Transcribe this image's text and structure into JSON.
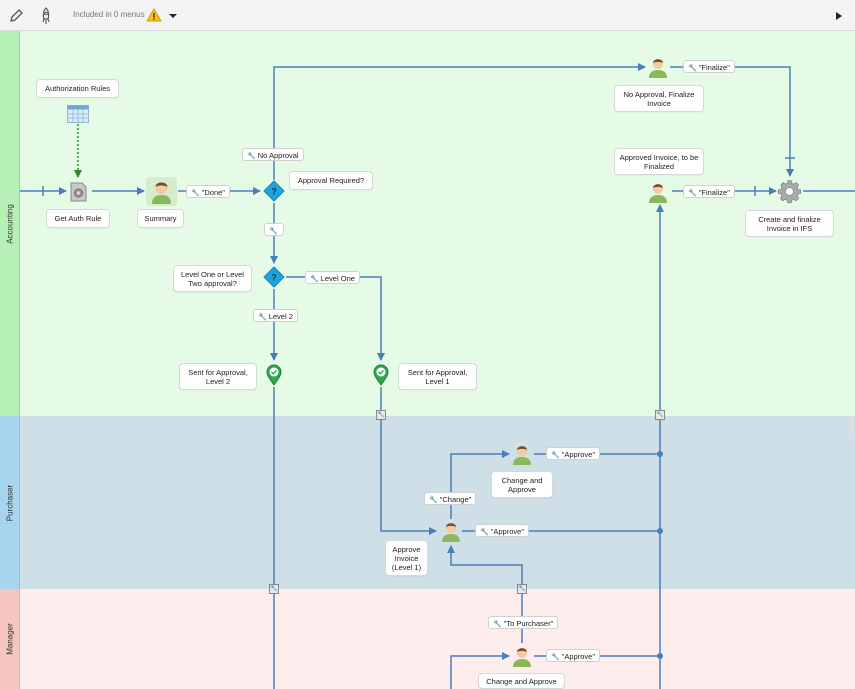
{
  "toolbar": {
    "menus_text": "Included in 0 menus",
    "icons": [
      "pencil-icon",
      "rocket-icon",
      "warning-icon",
      "chevron-down-icon",
      "play-icon"
    ]
  },
  "lanes": [
    {
      "name": "Accounting",
      "color": "#e6fbe6"
    },
    {
      "name": "Purchaser",
      "color": "#cfdfe8"
    },
    {
      "name": "Manager",
      "color": "#fdeeed"
    }
  ],
  "labels": {
    "authorization_rules": "Authorization Rules",
    "get_auth_rule": "Get Auth Rule",
    "summary": "Summary",
    "approval_required": "Approval Required?",
    "level_one_or_two": "Level One or Level Two approval?",
    "sent_level2": "Sent for Approval, Level 2",
    "sent_level1": "Sent for Approval, Level 1",
    "no_approval_finalize": "No Approval, Finalize Invoice",
    "approved_to_be_finalized": "Approved Invoice, to be Finalized",
    "create_finalize": "Create and finalize Invoice in IFS",
    "change_and_approve_purchaser": "Change and Approve",
    "approve_invoice_l1": "Approve Invoice (Level 1)",
    "change_and_approve_manager": "Change and Approve"
  },
  "tags": {
    "done": "\"Done\"",
    "no_approval": "No Approval",
    "level_one": "Level One",
    "level_2": "Level 2",
    "finalize_top": "\"Finalize\"",
    "finalize_mid": "\"Finalize\"",
    "approve_purchaser_top": "\"Approve\"",
    "change": "\"Change\"",
    "approve_purchaser": "\"Approve\"",
    "to_purchaser": "\"To Purchaser\"",
    "approve_manager": "\"Approve\""
  },
  "colors": {
    "line": "#4a7ebb",
    "gateway": "#1ea3dc",
    "green_marker": "#2fa84f",
    "dotted": "#2e8b2e"
  }
}
